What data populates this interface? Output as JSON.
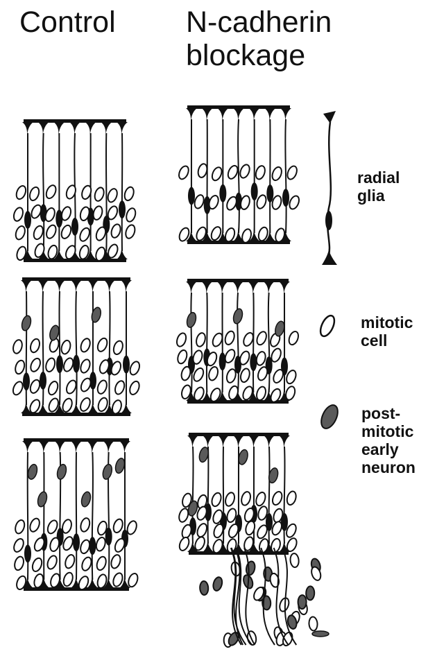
{
  "headers": {
    "control": "Control",
    "blockage": "N-cadherin\nblockage"
  },
  "legend": {
    "radial_glia": "radial\nglia",
    "mitotic_cell": "mitotic\ncell",
    "postmitotic": "post-\nmitotic\nearly\nneuron"
  },
  "colors": {
    "ink": "#111111",
    "postmitotic_fill": "#5a5a5a",
    "background": "#ffffff"
  }
}
